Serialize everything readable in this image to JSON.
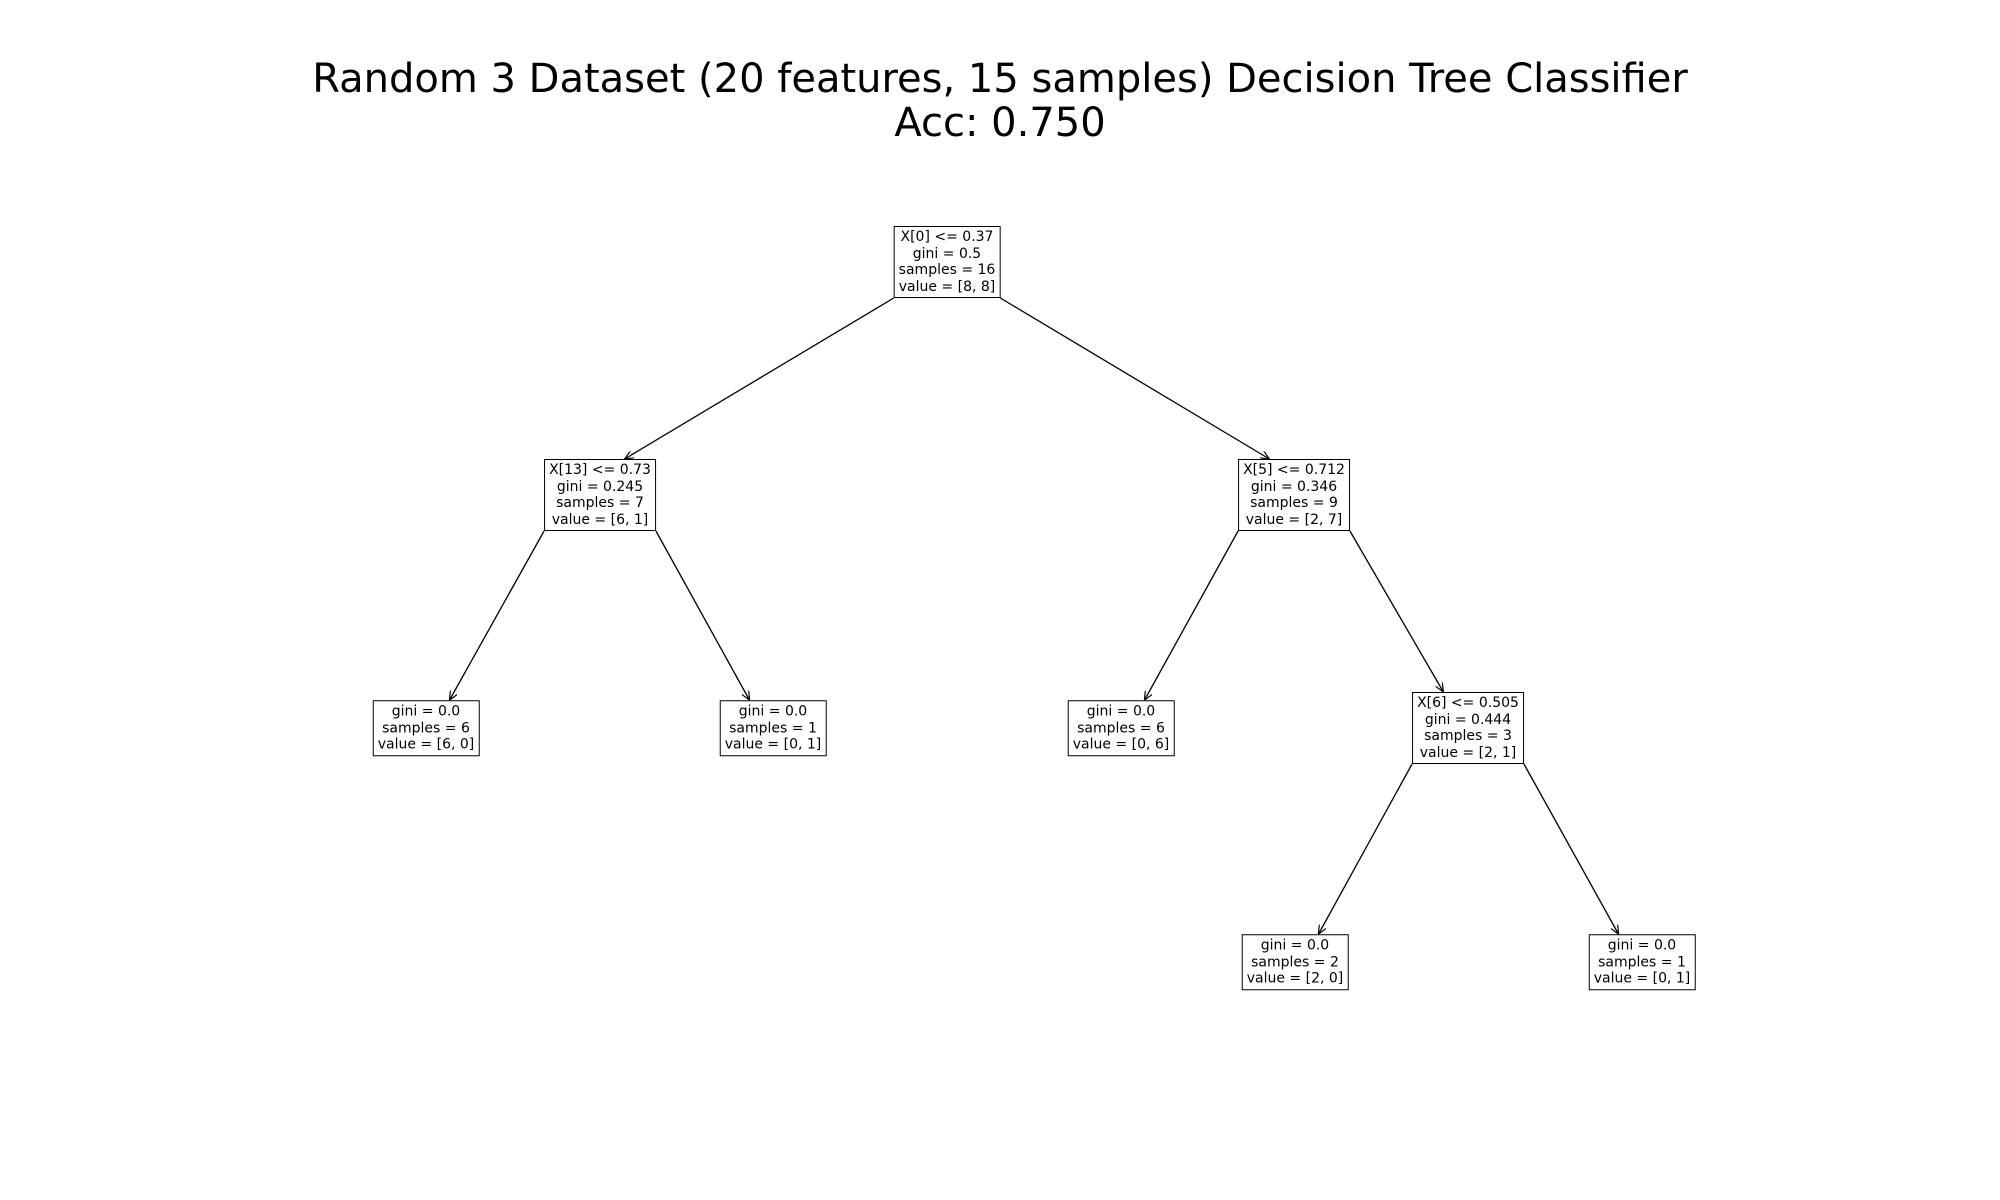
{
  "title": {
    "line1": "Random 3 Dataset (20 features, 15 samples) Decision Tree Classifier",
    "line2": "Acc: 0.750"
  },
  "tree": {
    "nodes": [
      {
        "id": "n0",
        "lines": [
          "X[0] <= 0.37",
          "gini = 0.5",
          "samples = 16",
          "value = [8, 8]"
        ]
      },
      {
        "id": "n1",
        "lines": [
          "X[13] <= 0.73",
          "gini = 0.245",
          "samples = 7",
          "value = [6, 1]"
        ]
      },
      {
        "id": "n2",
        "lines": [
          "gini = 0.0",
          "samples = 6",
          "value = [6, 0]"
        ]
      },
      {
        "id": "n3",
        "lines": [
          "gini = 0.0",
          "samples = 1",
          "value = [0, 1]"
        ]
      },
      {
        "id": "n4",
        "lines": [
          "X[5] <= 0.712",
          "gini = 0.346",
          "samples = 9",
          "value = [2, 7]"
        ]
      },
      {
        "id": "n5",
        "lines": [
          "gini = 0.0",
          "samples = 6",
          "value = [0, 6]"
        ]
      },
      {
        "id": "n6",
        "lines": [
          "X[6] <= 0.505",
          "gini = 0.444",
          "samples = 3",
          "value = [2, 1]"
        ]
      },
      {
        "id": "n7",
        "lines": [
          "gini = 0.0",
          "samples = 2",
          "value = [2, 0]"
        ]
      },
      {
        "id": "n8",
        "lines": [
          "gini = 0.0",
          "samples = 1",
          "value = [0, 1]"
        ]
      }
    ],
    "edges": [
      {
        "from": "n0",
        "to": "n1"
      },
      {
        "from": "n0",
        "to": "n4"
      },
      {
        "from": "n1",
        "to": "n2"
      },
      {
        "from": "n1",
        "to": "n3"
      },
      {
        "from": "n4",
        "to": "n5"
      },
      {
        "from": "n4",
        "to": "n6"
      },
      {
        "from": "n6",
        "to": "n7"
      },
      {
        "from": "n6",
        "to": "n8"
      }
    ]
  }
}
